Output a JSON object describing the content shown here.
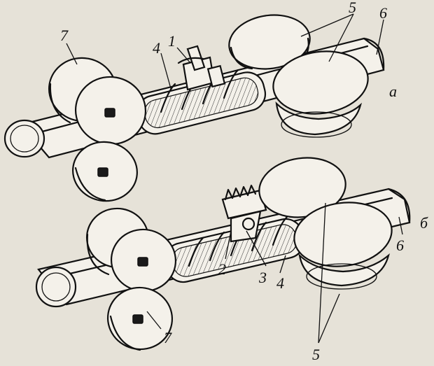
{
  "figure": {
    "labels": {
      "top_1": "1",
      "top_4": "4",
      "top_5": "5",
      "top_6": "6",
      "top_7": "7",
      "top_variant": "а",
      "bottom_2": "2",
      "bottom_3": "3",
      "bottom_4": "4",
      "bottom_5": "5",
      "bottom_6": "6",
      "bottom_7": "7",
      "bottom_variant": "б"
    }
  }
}
